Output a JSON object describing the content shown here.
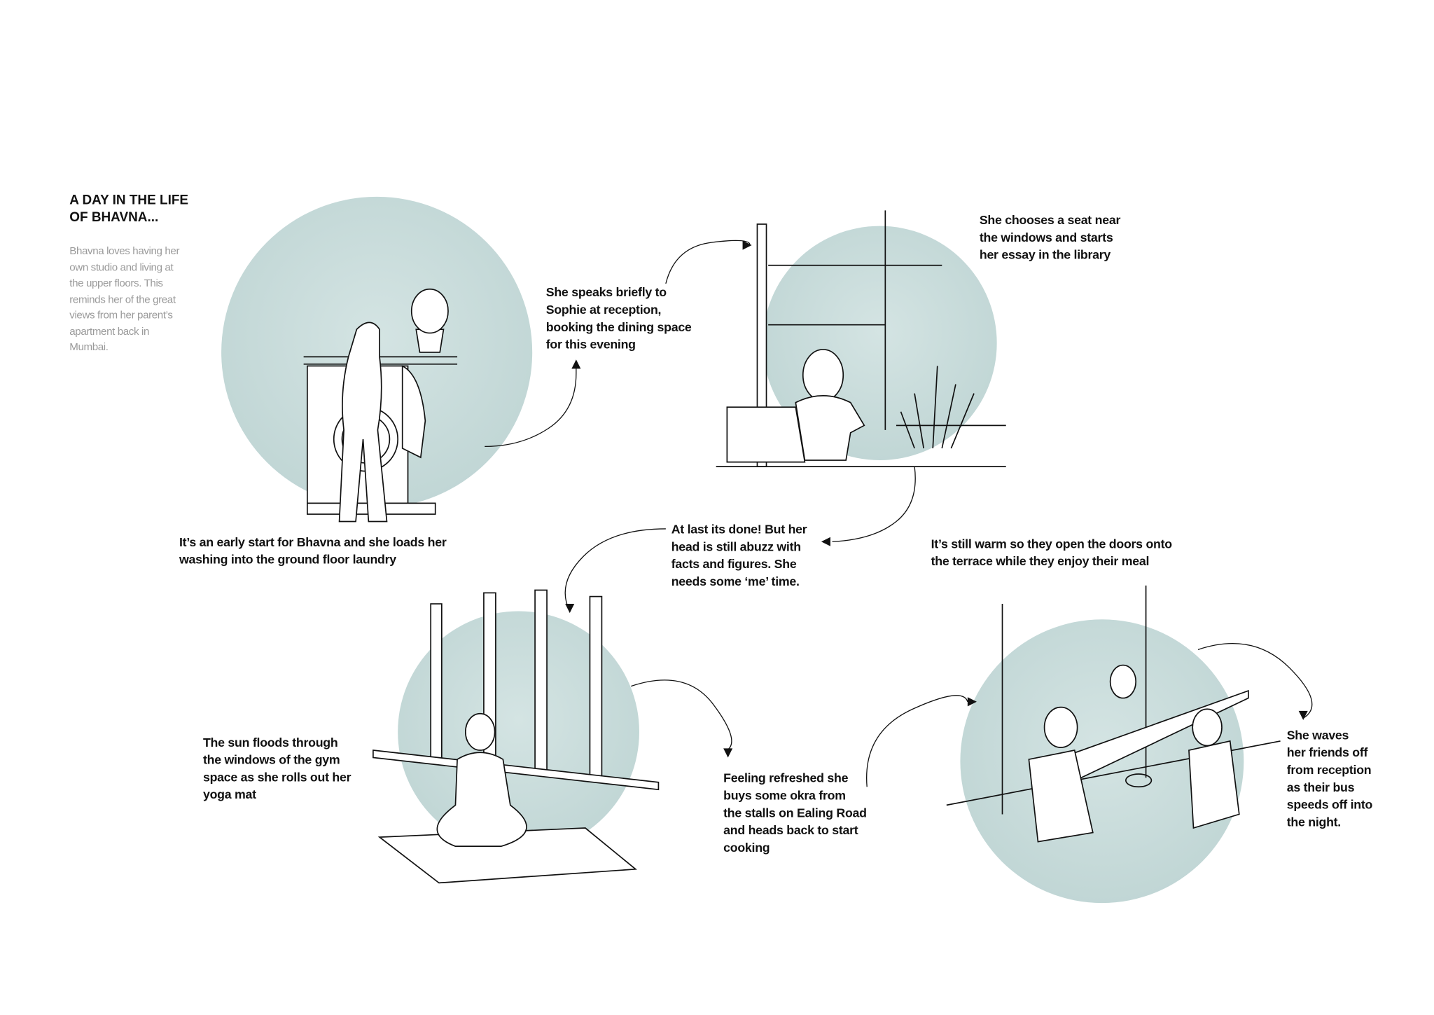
{
  "intro": {
    "title_lines": [
      "A DAY IN THE LIFE",
      "OF BHAVNA..."
    ],
    "paragraph_lines": [
      "Bhavna loves having her",
      "own studio and living at",
      "the upper floors. This",
      "reminds her of the great",
      "views from her parent’s",
      "apartment back in",
      "Mumbai."
    ]
  },
  "captions": {
    "laundry": [
      "It’s an early start for Bhavna and she loads her",
      "washing into the ground floor laundry"
    ],
    "reception": [
      "She speaks briefly to",
      "Sophie at reception,",
      "booking the dining space",
      "for this evening"
    ],
    "library": [
      "She chooses a seat near",
      "the windows and starts",
      "her essay in the library"
    ],
    "done": [
      "At last its done! But her",
      "head is still abuzz with",
      "facts and figures. She",
      "needs some ‘me’ time."
    ],
    "terrace": [
      "It’s still warm so they open the doors onto",
      "the terrace while they enjoy their meal"
    ],
    "gym": [
      "The sun floods through",
      "the windows of the gym",
      "space as she rolls out her",
      "yoga mat"
    ],
    "okra": [
      "Feeling refreshed she",
      "buys some okra from",
      "the stalls on Ealing Road",
      "and heads back to start",
      "cooking"
    ],
    "waves": [
      "She waves",
      "her friends off",
      "from reception",
      "as their bus",
      "speeds off into",
      "the night."
    ]
  },
  "colors": {
    "circle": "#c9dcdb",
    "ink": "#111111",
    "para": "#9a9a9a"
  }
}
